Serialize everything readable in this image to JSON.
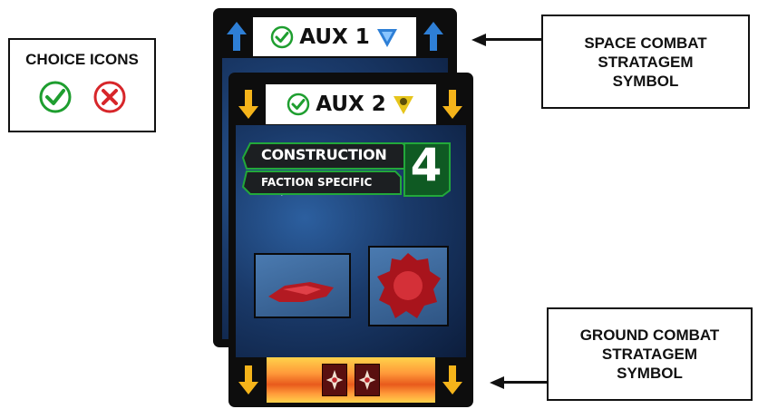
{
  "callouts": {
    "choice_icons": {
      "title": "CHOICE ICONS"
    },
    "space_combat": {
      "lines": [
        "SPACE COMBAT",
        "STRATAGEM",
        "SYMBOL"
      ]
    },
    "ground_combat": {
      "lines": [
        "GROUND COMBAT",
        "STRATAGEM",
        "SYMBOL"
      ]
    }
  },
  "icons": {
    "choice": [
      "check-circle-icon",
      "x-circle-icon"
    ],
    "space_stratagem": "blue-triangle-icon",
    "ground_stratagem": "yellow-triangle-icon"
  },
  "cards": {
    "back": {
      "header": "AUX 1",
      "corner_arrow_color": "#2e7fd6",
      "corner_arrow_direction": "up"
    },
    "front": {
      "header": "AUX 2",
      "corner_arrow_color": "#f5b41a",
      "corner_arrow_direction": "down",
      "type": "CONSTRUCTION",
      "subtype": "FACTION SPECIFIC",
      "cost": "4",
      "unit_images": [
        "red-starship-image",
        "red-ground-unit-image"
      ],
      "bottom_icons": [
        "ground-stratagem-icon",
        "ground-stratagem-icon"
      ]
    }
  },
  "colors": {
    "check_green": "#1e9e2f",
    "cross_red": "#d7262a",
    "space_blue": "#2e7fd6",
    "ground_yellow": "#f5b41a",
    "plate_green": "#22a83a"
  }
}
